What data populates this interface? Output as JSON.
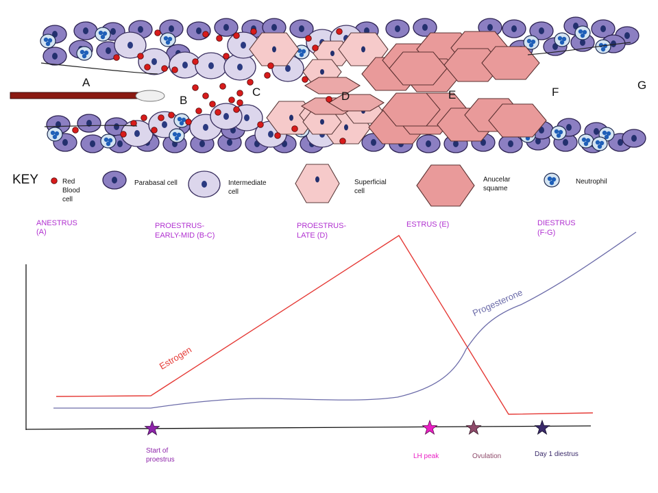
{
  "letters": [
    "A",
    "B",
    "C",
    "D",
    "E",
    "F",
    "G"
  ],
  "key": {
    "title": "KEY",
    "rbc": [
      "Red",
      "Blood",
      "cell"
    ],
    "parabasal": "Parabasal cell",
    "intermediate": [
      "Intermediate",
      "cell"
    ],
    "superficial": [
      "Superficial",
      "cell"
    ],
    "anucelar": [
      "Anucelar",
      "squame"
    ],
    "neutrophil": "Neutrophil"
  },
  "stages": {
    "anestrus": [
      "ANESTRUS",
      "(A)"
    ],
    "proestrus_early": [
      "PROESTRUS-",
      "EARLY-MID (B-C)"
    ],
    "proestrus_late": [
      "PROESTRUS-",
      "LATE (D)"
    ],
    "estrus": [
      "ESTRUS (E)"
    ],
    "diestrus": [
      "DIESTRUS",
      "(F-G)"
    ]
  },
  "curves": {
    "estrogen": "Estrogen",
    "progesterone": "Progesterone"
  },
  "events": {
    "start": [
      "Start of",
      "proestrus"
    ],
    "lh_peak": "LH peak",
    "ovulation": "Ovulation",
    "day1": "Day 1 diestrus"
  },
  "colors": {
    "stage_text": "#b030d0",
    "estrogen": "#e53935",
    "progesterone": "#6a6aa8",
    "start_star": "#8e24aa",
    "lh_star": "#e91ec4",
    "ovulation_star": "#8e4a6a",
    "day1_star": "#3a2a6a",
    "parabasal_fill": "#8c7fc2",
    "intermediate_fill": "#dcd6ec",
    "superficial_fill": "#f6caca",
    "squame_fill": "#e99a9a",
    "rbc_fill": "#d81b1b"
  }
}
